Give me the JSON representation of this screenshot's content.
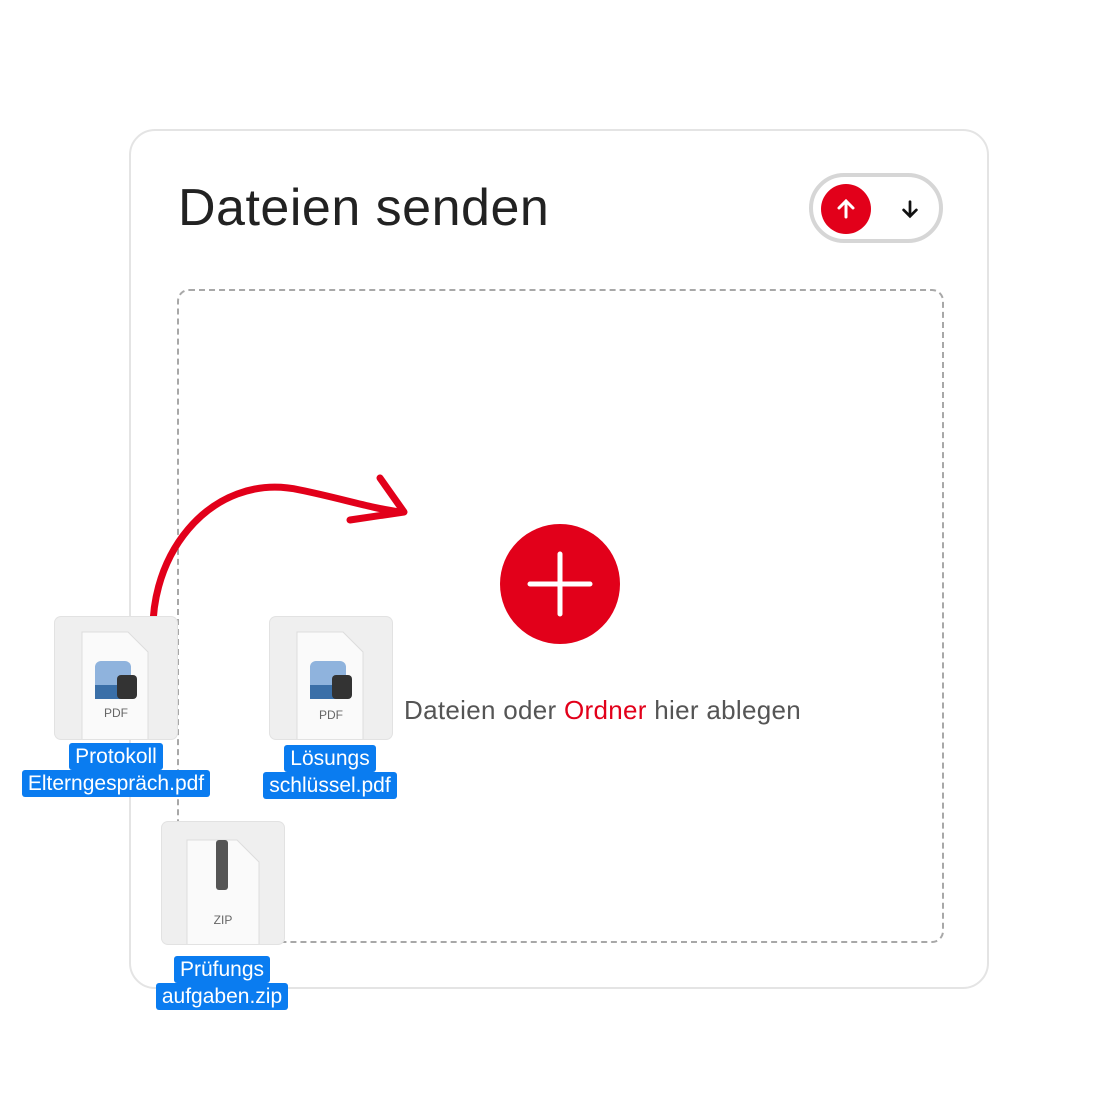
{
  "header": {
    "title": "Dateien senden"
  },
  "toggle": {
    "upload_label": "upload",
    "download_label": "download"
  },
  "dropzone": {
    "text_before": "Dateien oder ",
    "text_link": "Ordner",
    "text_after": " hier ablegen"
  },
  "files": [
    {
      "line1": "Protokoll",
      "line2": "Elterngespräch.pdf",
      "type": "PDF"
    },
    {
      "line1": "Lösungs",
      "line2": "schlüssel.pdf",
      "type": "PDF"
    },
    {
      "line1": "Prüfungs",
      "line2": "aufgaben.zip",
      "type": "ZIP"
    }
  ],
  "colors": {
    "accent": "#e2001a",
    "selection": "#0a7cf0"
  }
}
